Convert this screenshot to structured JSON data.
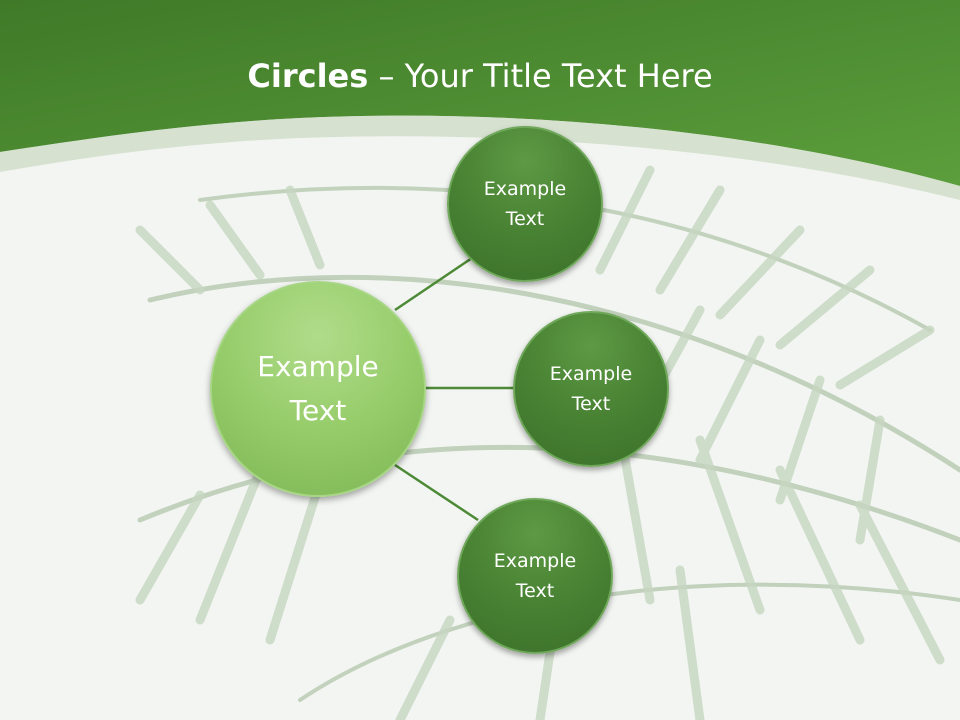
{
  "title": {
    "bold": "Circles",
    "rest": " – Your Title Text Here"
  },
  "center_circle": {
    "label": "Example\nText"
  },
  "satellites": [
    {
      "label": "Example\nText"
    },
    {
      "label": "Example\nText"
    },
    {
      "label": "Example\nText"
    }
  ],
  "colors": {
    "header_green": "#4f8f33",
    "center_circle": "#96cc6a",
    "satellite_circle": "#4a8434",
    "connector": "#4d8a36"
  }
}
